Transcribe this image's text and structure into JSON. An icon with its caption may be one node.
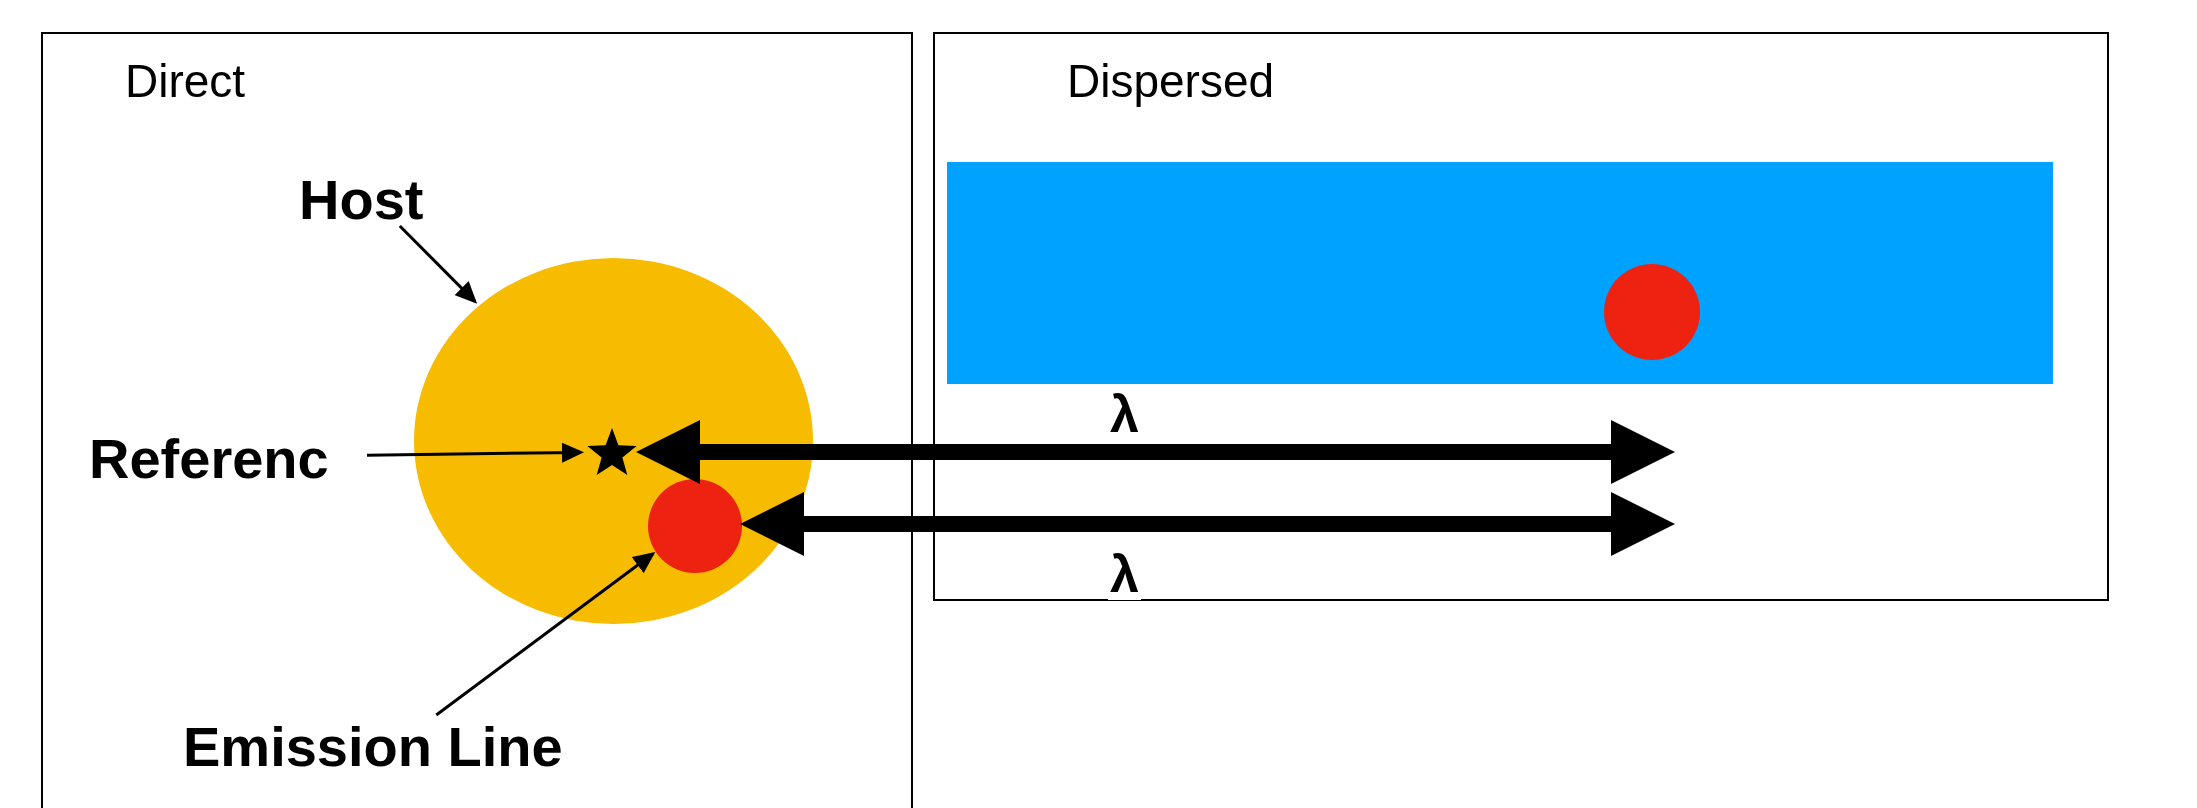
{
  "diagram": {
    "nodes": [
      {
        "text": [
          "Direct"
        ]
      },
      {
        "text": [
          "Host"
        ],
        "in": 0
      },
      {
        "text": [],
        "shape": "circle",
        "in": 0
      },
      {
        "text": [
          "Referenc"
        ],
        "in": 0
      },
      {
        "text": [],
        "shape": "star",
        "in": 2
      },
      {
        "text": [],
        "shape": "circle",
        "in": 2
      },
      {
        "text": [
          "Emission Line"
        ],
        "in": 0
      },
      {
        "text": [
          "Dispersed"
        ]
      },
      {
        "text": [],
        "shape": "bar",
        "in": 7
      },
      {
        "text": [],
        "shape": "circle",
        "in": 8
      }
    ],
    "edges": [
      {
        "from": 1,
        "to": 2,
        "arrow": "to"
      },
      {
        "from": 3,
        "to": 4,
        "arrow": "to"
      },
      {
        "from": 6,
        "to": 5,
        "arrow": "to"
      },
      {
        "from": 4,
        "to": 8,
        "arrow": "both",
        "label": "λ",
        "style": "thick"
      },
      {
        "from": 5,
        "to": 7,
        "arrow": "both",
        "label": "λ",
        "style": "thick"
      }
    ]
  }
}
